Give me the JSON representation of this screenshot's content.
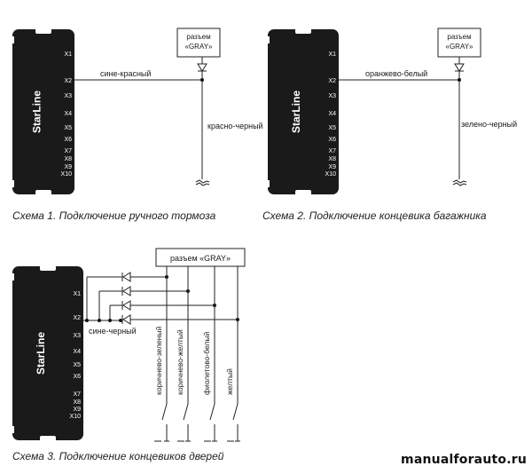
{
  "brand": "StarLine",
  "pins": [
    "X1",
    "X2",
    "X3",
    "X4",
    "X5",
    "X6",
    "X7",
    "X8",
    "X9",
    "X10"
  ],
  "connector_label_line1": "разъем",
  "connector_label_line2": "«GRAY»",
  "connector_label_inline": "разъем «GRAY»",
  "schemes": [
    {
      "caption": "Схема 1. Подключение ручного тормоза",
      "wire_in": "сине-красный",
      "wire_out": "красно-черный"
    },
    {
      "caption": "Схема 2. Подключение концевика багажника",
      "wire_in": "оранжево-белый",
      "wire_out": "зелено-черный"
    },
    {
      "caption": "Схема 3. Подключение концевиков дверей",
      "wire_in": "сине-черный",
      "door_wires": [
        "коричнево-зеленый",
        "коричнево-желтый",
        "фиолетово-белый",
        "желтый"
      ]
    }
  ],
  "watermark": "manualforauto.ru"
}
